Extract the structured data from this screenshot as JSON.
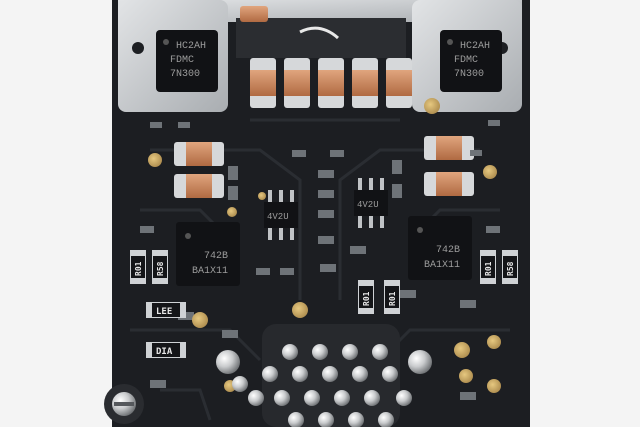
{
  "image": {
    "background_color": "#f4f4f4",
    "pcb_color": "#1c1e22",
    "shield_color": "#c9cccf",
    "pad_color": "#c9a95a",
    "capacitor_body_color": "#c87f53"
  },
  "markings": {
    "mosfet_left": [
      "HC2AH",
      "FDMC",
      "7N300"
    ],
    "mosfet_right": [
      "HC2AH",
      "FDMC",
      "7N300"
    ],
    "ic_left": [
      "742B",
      "BA1X11"
    ],
    "ic_right": [
      "742B",
      "BA1X11"
    ],
    "sot_left": "4V2U",
    "sot_right": "4V2U",
    "resistor_r1": "R01",
    "resistor_r2": "R01",
    "resistor_r3": "R58",
    "resistor_r4": "R58",
    "resistor_r5": "R01",
    "resistor_r6": "R01",
    "resistor_lee": "LEE",
    "resistor_dia": "DIA"
  }
}
